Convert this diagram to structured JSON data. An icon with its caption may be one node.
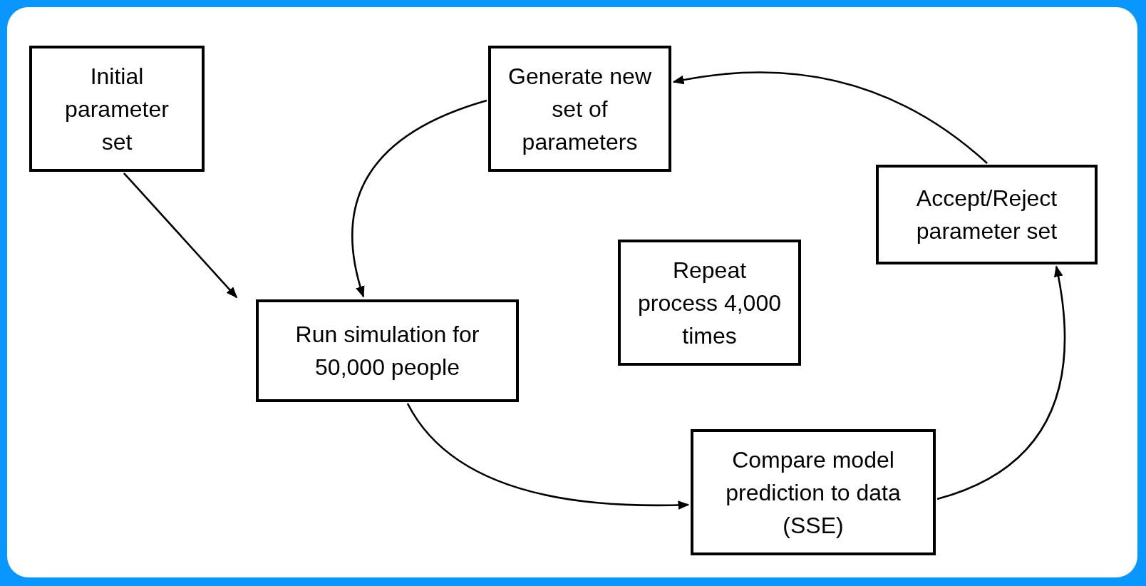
{
  "diagram": {
    "nodes": [
      {
        "text": [
          "Initial parameter set"
        ]
      },
      {
        "text": [
          "Generate new set of parameters"
        ]
      },
      {
        "text": [
          "Accept/Reject parameter set"
        ]
      },
      {
        "text": [
          "Repeat process 4,000 times"
        ]
      },
      {
        "text": [
          "Run simulation for 50,000 people"
        ]
      },
      {
        "text": [
          "Compare model prediction to data (SSE)"
        ]
      }
    ],
    "edges": [
      {
        "from": 0,
        "to": 4,
        "arrow": "to"
      },
      {
        "from": 1,
        "to": 4,
        "arrow": "to"
      },
      {
        "from": 4,
        "to": 5,
        "arrow": "to"
      },
      {
        "from": 5,
        "to": 2,
        "arrow": "to"
      },
      {
        "from": 2,
        "to": 1,
        "arrow": "to"
      }
    ]
  }
}
